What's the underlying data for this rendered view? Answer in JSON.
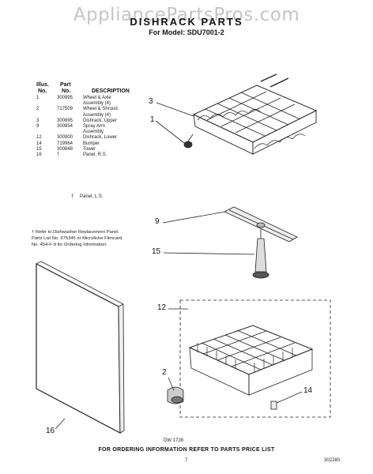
{
  "watermark": "AppliancePartsPros.com",
  "header": {
    "title": "DISHRACK PARTS",
    "model_line": "For Model: SDU7001-2"
  },
  "parts_table": {
    "columns": {
      "illus_line1": "Illus.",
      "illus_line2": "No.",
      "part_line1": "Part",
      "part_line2": "No.",
      "description": "DESCRIPTION"
    },
    "rows": [
      {
        "illus": "1",
        "part": "300995",
        "desc": "Wheel & Axle"
      },
      {
        "illus": "",
        "part": "",
        "desc": "Assembly (4)"
      },
      {
        "illus": "2",
        "part": "717509",
        "desc": "Wheel & Shroud"
      },
      {
        "illus": "",
        "part": "",
        "desc": "Assembly (4)"
      },
      {
        "illus": "3",
        "part": "300895",
        "desc": "Dishrack, Upper"
      },
      {
        "illus": "9",
        "part": "300854",
        "desc": "Spray Arm"
      },
      {
        "illus": "",
        "part": "",
        "desc": "Assembly"
      },
      {
        "illus": "12",
        "part": "300900",
        "desc": "Dishrack, Lower"
      },
      {
        "illus": "14",
        "part": "719964",
        "desc": "Bumper"
      },
      {
        "illus": "15",
        "part": "300848",
        "desc": "Tower"
      },
      {
        "illus": "16",
        "part": "†",
        "desc": "Panel, R.S."
      }
    ],
    "panel_ls_marker": "†",
    "panel_ls_text": "Panel, L.S."
  },
  "footnote": {
    "line1": "†  Refer to Dishwasher Replacement Panel",
    "line2": "Parts List No. 675345 or Microfiche Filmcard",
    "line3": "No. 454-F-9 for Ordering Information."
  },
  "callouts": {
    "c3": "3",
    "c1": "1",
    "c9": "9",
    "c15": "15",
    "c12": "12",
    "c2": "2",
    "c14": "14",
    "c16": "16"
  },
  "footer": {
    "dw_code": "DW 1728",
    "ordering": "FOR ORDERING INFORMATION REFER TO PARTS PRICE LIST",
    "page": "7",
    "code": "302280"
  }
}
